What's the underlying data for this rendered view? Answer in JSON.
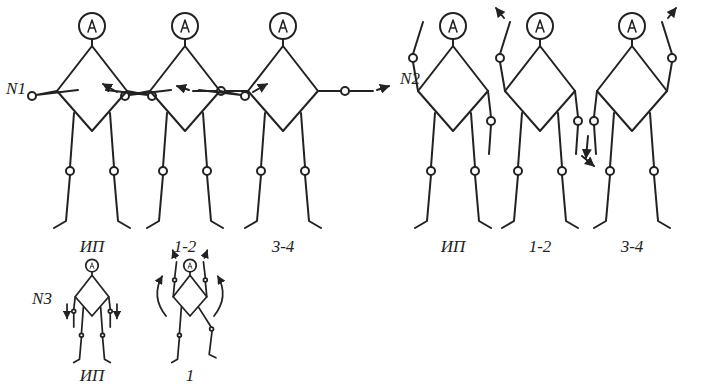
{
  "diagram": {
    "labels": [
      "N1",
      "ИП",
      "1-2",
      "3-4",
      "N2",
      "ИП",
      "1-2",
      "3-4",
      "N3",
      "ИП",
      "1"
    ]
  }
}
